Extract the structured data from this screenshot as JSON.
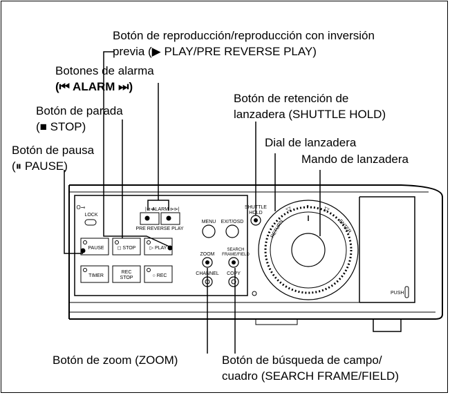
{
  "callouts": {
    "play": {
      "line1": "Botón de reproducción/reproducción con inversión",
      "line2": "previa (▶ PLAY/PRE REVERSE PLAY)"
    },
    "alarm": {
      "line1": "Botones de alarma",
      "line2": "(⏮ ALARM ⏭)"
    },
    "shuttle_hold": {
      "line1": "Botón de retención de",
      "line2": "lanzadera (SHUTTLE HOLD)"
    },
    "stop": {
      "line1": "Botón de parada",
      "line2": "(■ STOP)"
    },
    "shuttle_dial": {
      "line1": "Dial de lanzadera"
    },
    "pause": {
      "line1": "Botón de pausa",
      "line2": "(⏸ PAUSE)"
    },
    "shuttle_knob": {
      "line1": "Mando de lanzadera"
    },
    "zoom": {
      "line1": "Botón de zoom (ZOOM)"
    },
    "search": {
      "line1": "Botón de búsqueda de campo/",
      "line2": "cuadro (SEARCH FRAME/FIELD)"
    }
  },
  "device": {
    "lock": "LOCK",
    "alarm": "ALARM",
    "pre_reverse_play": "PRE REVERSE PLAY",
    "shuttle_hold_1": "SHUTTLE",
    "shuttle_hold_2": "HOLD",
    "pause": "PAUSE",
    "stop": "◻ STOP",
    "play": "▷ PLAY",
    "timer": "TIMER",
    "rec_stop_1": "REC",
    "rec_stop_2": "STOP",
    "rec": "○ REC",
    "menu": "MENU",
    "exit_osd": "EXIT/OSD",
    "zoom": "ZOOM",
    "search_1": "SEARCH",
    "search_2": "FRAME/FIELD",
    "channel": "CHANNEL",
    "copy": "COPY",
    "return": "RETURN",
    "enter": "ENTER",
    "push": "PUSH"
  }
}
